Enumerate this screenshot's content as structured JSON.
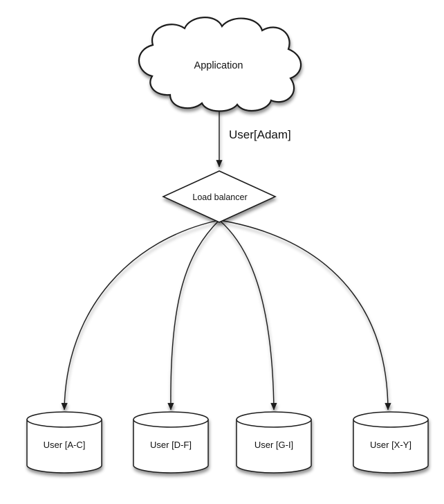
{
  "diagram": {
    "application": {
      "label": "Application"
    },
    "request_edge": {
      "label": "User[Adam]"
    },
    "load_balancer": {
      "label": "Load balancer"
    },
    "shards": [
      {
        "label": "User [A-C]"
      },
      {
        "label": "User [D-F]"
      },
      {
        "label": "User [G-I]"
      },
      {
        "label": "User [X-Y]"
      }
    ],
    "colors": {
      "stroke": "#1a1a1a",
      "fill": "#ffffff",
      "background": "#ffffff",
      "shadow": "#8a8a8a"
    }
  }
}
